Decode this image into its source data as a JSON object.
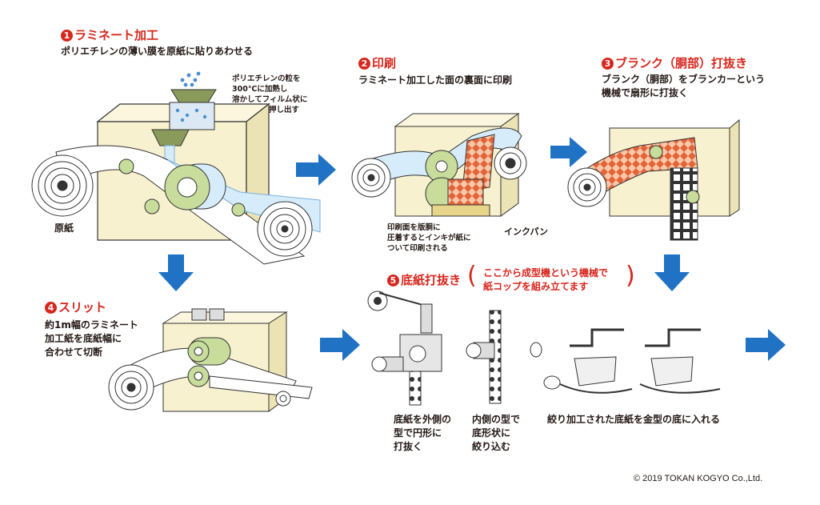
{
  "steps": {
    "s1": {
      "num": "1",
      "title": "ラミネート加工",
      "desc": "ポリエチレンの薄い膜を原紙に貼りあわせる"
    },
    "s2": {
      "num": "2",
      "title": "印刷",
      "desc": "ラミネート加工した面の裏面に印刷"
    },
    "s3": {
      "num": "3",
      "title": "ブランク（胴部）打抜き",
      "desc_line1": "ブランク（胴部）をブランカーという",
      "desc_line2": "機械で扇形に打抜く"
    },
    "s4": {
      "num": "4",
      "title": "スリット",
      "desc_line1": "約1m幅のラミネート",
      "desc_line2": "加工紙を底紙幅に",
      "desc_line3": "合わせて切断"
    },
    "s5": {
      "num": "5",
      "title": "底紙打抜き",
      "note_line1": "ここから成型機という機械で",
      "note_line2": "紙コップを組み立てます"
    }
  },
  "notes": {
    "pe_line1": "ポリエチレンの粒を",
    "pe_line2": "300℃に加熱し",
    "pe_line3": "溶かしてフィルム状に",
    "pe_line4": "押し出す",
    "base_paper": "原紙",
    "print_line1": "印刷面を版胴に",
    "print_line2": "圧着するとインキが紙に",
    "print_line3": "ついて印刷される",
    "ink_pan": "インクパン",
    "bottom1_line1": "底紙を外側の",
    "bottom1_line2": "型で円形に",
    "bottom1_line3": "打抜く",
    "bottom2_line1": "内側の型で",
    "bottom2_line2": "底形状に",
    "bottom2_line3": "絞り込む",
    "bottom3": "絞り加工された底紙を金型の底に入れる"
  },
  "copyright": "© 2019  TOKAN KOGYO Co.,Ltd.",
  "colors": {
    "accent": "#d7261c",
    "arrow_blue": "#1f72c4",
    "machine": "#f7f1cf",
    "film": "#d6ecfa",
    "roller_green": "#c8dd9c",
    "hopper": "#8a9a5b"
  }
}
